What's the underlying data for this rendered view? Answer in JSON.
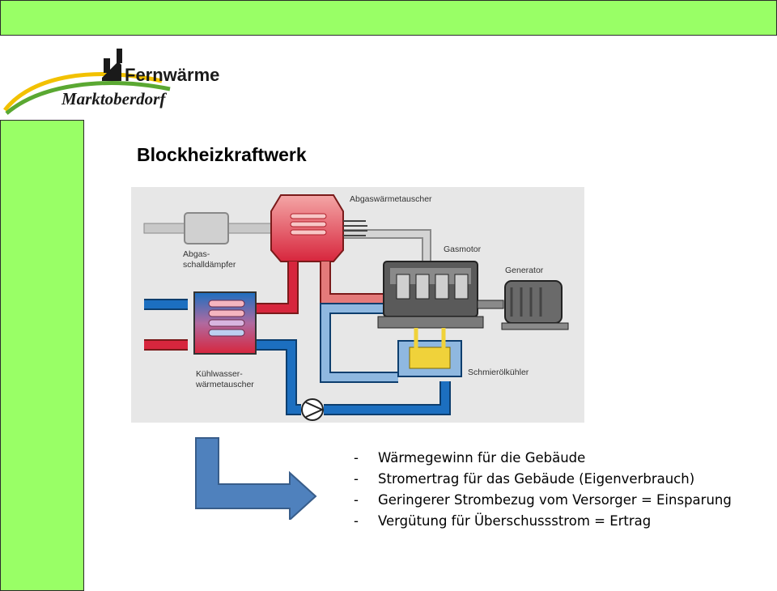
{
  "logo": {
    "line1": "Fernwärme",
    "line2": "Marktoberdorf"
  },
  "title": "Blockheizkraftwerk",
  "diagram": {
    "labels": {
      "abgas_waermetauscher": "Abgaswärmetauscher",
      "abgas_schalldaempfer_1": "Abgas-",
      "abgas_schalldaempfer_2": "schalldämpfer",
      "gasmotor": "Gasmotor",
      "generator": "Generator",
      "kuehlwasser_1": "Kühlwasser-",
      "kuehlwasser_2": "wärmetauscher",
      "schmieroelkuehler": "Schmierölkühler"
    }
  },
  "bullets": [
    "Wärmegewinn für die Gebäude",
    "Stromertrag für das Gebäude (Eigenverbrauch)",
    "Geringerer Strombezug vom Versorger = Einsparung",
    "Vergütung für  Überschussstrom  = Ertrag"
  ],
  "colors": {
    "green_bar": "#99ff66",
    "hot_pipe": "#d7263d",
    "cold_pipe": "#1c6fc0",
    "arrow_fill": "#4f81bd"
  }
}
